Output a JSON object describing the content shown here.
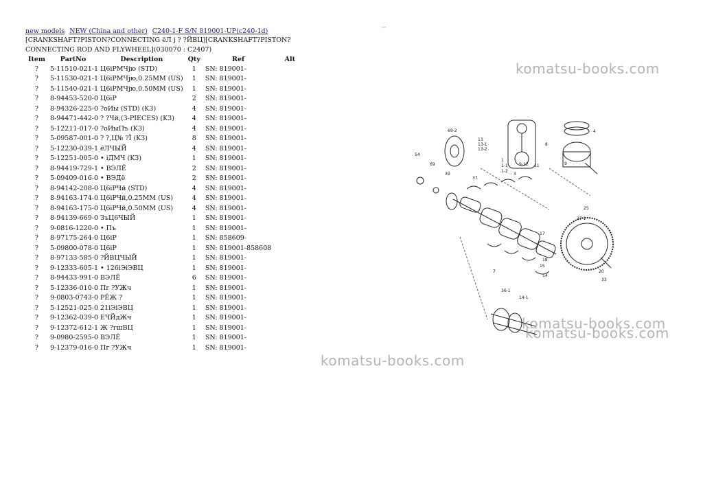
{
  "breadcrumb": [
    {
      "label": "new models"
    },
    {
      "label": "NEW (China and other)"
    },
    {
      "label": "C240-1-F S/N 819001-UP(c240-1d)"
    }
  ],
  "page_title": "[CRANKSHAFT?PISTON?CONNECTING ёЛ ј ? ?ЙВЦ][CRANKSHAFT?PISTON?CONNECTING ROD AND FLYWHEEL](030070 : C2407)",
  "top_mark": "·-·",
  "table": {
    "headers": [
      "Item",
      "PartNo",
      "Description",
      "Qty",
      "Ref",
      "Alt"
    ],
    "rows": [
      {
        "item": "?",
        "partdesc": "5-11510-021-1 Ц6іРМЧјю (STD)",
        "qty": "1",
        "ref": "SN: 819001-"
      },
      {
        "item": "?",
        "partdesc": "5-11530-021-1 Ц6іРМЧјю,0.25MM (US)",
        "qty": "1",
        "ref": "SN: 819001-"
      },
      {
        "item": "?",
        "partdesc": "5-11540-021-1 Ц6іРМЧјю,0.50MM (US)",
        "qty": "1",
        "ref": "SN: 819001-"
      },
      {
        "item": "?",
        "partdesc": "8-94453-520-0 Ц6іР",
        "qty": "2",
        "ref": "SN: 819001-"
      },
      {
        "item": "?",
        "partdesc": "8-94326-225-0 ?оИы (STD) (K3)",
        "qty": "4",
        "ref": "SN: 819001-"
      },
      {
        "item": "?",
        "partdesc": "8-94471-442-0 ? ?Чй,(3-PIECES) (K3)",
        "qty": "4",
        "ref": "SN: 819001-"
      },
      {
        "item": "?",
        "partdesc": "5-12211-017-0 ?оИыПъ (K3)",
        "qty": "4",
        "ref": "SN: 819001-"
      },
      {
        "item": "?",
        "partdesc": "5-09587-001-0 ? ?,Ц№ ?Ї (K3)",
        "qty": "8",
        "ref": "SN: 819001-"
      },
      {
        "item": "?",
        "partdesc": "5-12230-039-1 ёЛЧЫЙ",
        "qty": "4",
        "ref": "SN: 819001-"
      },
      {
        "item": "?",
        "partdesc": "5-12251-005-0 • іДМЧ (K3)",
        "qty": "1",
        "ref": "SN: 819001-"
      },
      {
        "item": "?",
        "partdesc": "8-94419-729-1 • ВЭЛЁ",
        "qty": "2",
        "ref": "SN: 819001-"
      },
      {
        "item": "?",
        "partdesc": "5-09409-016-0 • ВЭДё",
        "qty": "2",
        "ref": "SN: 819001-"
      },
      {
        "item": "?",
        "partdesc": "8-94142-208-0 Ц6іРЧй (STD)",
        "qty": "4",
        "ref": "SN: 819001-"
      },
      {
        "item": "?",
        "partdesc": "8-94163-174-0 Ц6іРЧй,0.25MM (US)",
        "qty": "4",
        "ref": "SN: 819001-"
      },
      {
        "item": "?",
        "partdesc": "8-94163-175-0 Ц6іРЧй,0.50MM (US)",
        "qty": "4",
        "ref": "SN: 819001-"
      },
      {
        "item": "?",
        "partdesc": "8-94139-669-0 ЗъЦ6ЧЫЙ",
        "qty": "1",
        "ref": "SN: 819001-"
      },
      {
        "item": "?",
        "partdesc": "9-0816-1220-0 • Пъ",
        "qty": "1",
        "ref": "SN: 819001-"
      },
      {
        "item": "?",
        "partdesc": "8-97175-264-0 Ц6іР",
        "qty": "1",
        "ref": "SN: 858609-"
      },
      {
        "item": "?",
        "partdesc": "5-09800-078-0 Ц6іР",
        "qty": "1",
        "ref": "SN: 819001-858608"
      },
      {
        "item": "?",
        "partdesc": "8-97133-585-0 ?ЙВЦЧЫЙ",
        "qty": "1",
        "ref": "SN: 819001-"
      },
      {
        "item": "?",
        "partdesc": "9-12333-605-1 • 126іЭіЭВЦ",
        "qty": "1",
        "ref": "SN: 819001-"
      },
      {
        "item": "?",
        "partdesc": "8-94433-991-0 ВЭЛЁ",
        "qty": "6",
        "ref": "SN: 819001-"
      },
      {
        "item": "?",
        "partdesc": "5-12336-010-0 Пг ?УЖч",
        "qty": "1",
        "ref": "SN: 819001-"
      },
      {
        "item": "?",
        "partdesc": "9-0803-0743-0 РЁЖ ?",
        "qty": "1",
        "ref": "SN: 819001-"
      },
      {
        "item": "?",
        "partdesc": "5-12521-025-0 21іЭіЭВЦ",
        "qty": "1",
        "ref": "SN: 819001-"
      },
      {
        "item": "?",
        "partdesc": "9-12362-039-0 ЕЧЙдЖч",
        "qty": "1",
        "ref": "SN: 819001-"
      },
      {
        "item": "?",
        "partdesc": "9-12372-612-1 Ж ?гшВЦ",
        "qty": "1",
        "ref": "SN: 819001-"
      },
      {
        "item": "?",
        "partdesc": "9-0980-2595-0 ВЭЛЁ",
        "qty": "1",
        "ref": "SN: 819001-"
      },
      {
        "item": "?",
        "partdesc": "9-12379-016-0 Пг ?УЖч",
        "qty": "1",
        "ref": "SN: 819001-"
      }
    ]
  },
  "watermarks": [
    "komatsu-books.com",
    "komatsu-books.com",
    "komatsu-books.com",
    "komatsu-books.com"
  ],
  "diagram_labels": [
    "69-2",
    "4",
    "13",
    "13-1",
    "13-2",
    "8",
    "54",
    "69",
    "39",
    "37",
    "1",
    "1-1",
    "1-2",
    "9",
    "3",
    "9-12",
    "11",
    "25",
    "27-1",
    "17",
    "18",
    "15",
    "14",
    "7",
    "20",
    "33",
    "36-1",
    "14-1"
  ]
}
